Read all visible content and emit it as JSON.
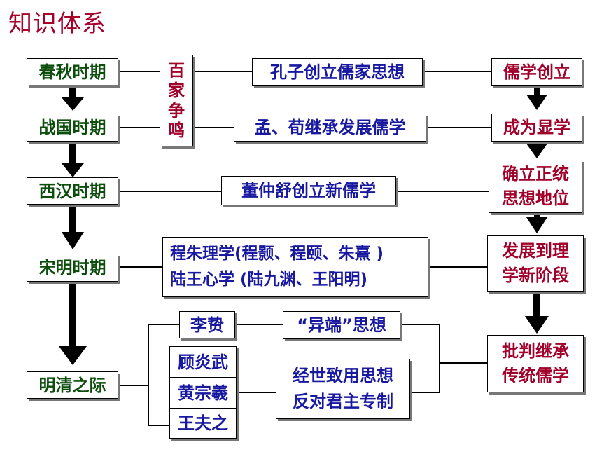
{
  "title": "知识体系",
  "periods": [
    "春秋时期",
    "战国时期",
    "西汉时期",
    "宋明时期",
    "明清之际"
  ],
  "hundred_schools": "百家争鸣",
  "hundred_chars": [
    "百",
    "家",
    "争",
    "鸣"
  ],
  "middle": {
    "confucius": "孔子创立儒家思想",
    "mencius": "孟、荀继承发展儒学",
    "dong": "董仲舒创立新儒学",
    "cheng_zhu": "程朱理学(程颢、程颐、朱熹 )",
    "lu_wang": "陆王心学 (陆九渊、王阳明)"
  },
  "qing": {
    "li_zhi": "李贽",
    "gu": "顾炎武",
    "huang": "黄宗羲",
    "wang": "王夫之",
    "heresy": "“异端”思想",
    "practical": "经世致用思想",
    "anti_monarch": "反对君主专制"
  },
  "right": {
    "founded": "儒学创立",
    "prominent": [
      "成为显学"
    ],
    "orthodox": [
      "确立正统",
      "思想地位"
    ],
    "neo": [
      "发展到理",
      "学新阶段"
    ],
    "critique": [
      "批判继承",
      "传统儒学"
    ]
  },
  "colors": {
    "title": "#a6002a",
    "period": "#0b4d0b",
    "middle": "#1818a0",
    "right": "#a0002a"
  }
}
